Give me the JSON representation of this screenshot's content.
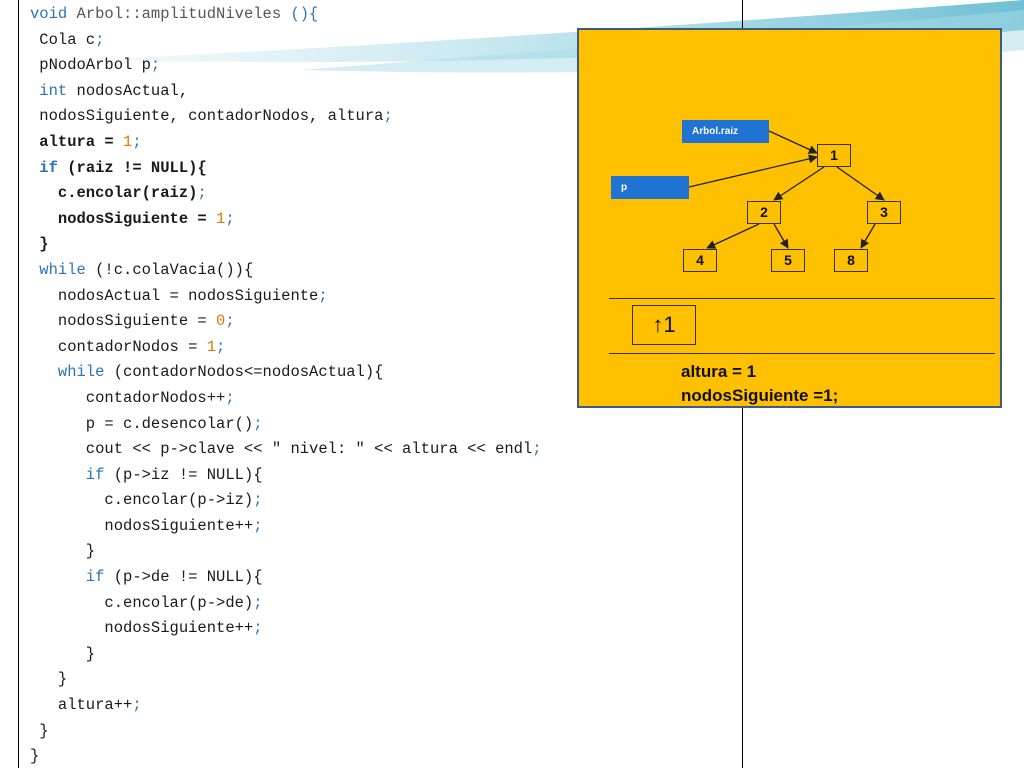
{
  "code": [
    [
      {
        "t": "void ",
        "c": "kw"
      },
      {
        "t": "Arbol::amplitudNiveles ",
        "c": "dim"
      },
      {
        "t": "(){",
        "c": "punc"
      }
    ],
    [
      {
        "t": " Cola c",
        "c": ""
      },
      {
        "t": ";",
        "c": "punc"
      }
    ],
    [
      {
        "t": " pNodoArbol p",
        "c": ""
      },
      {
        "t": ";",
        "c": "punc"
      }
    ],
    [
      {
        "t": " int ",
        "c": "kw"
      },
      {
        "t": "nodosActual,",
        "c": ""
      }
    ],
    [
      {
        "t": " nodosSiguiente, contadorNodos, altura",
        "c": ""
      },
      {
        "t": ";",
        "c": "punc"
      }
    ],
    [
      {
        "t": " altura = ",
        "c": "bold"
      },
      {
        "t": "1",
        "c": "num"
      },
      {
        "t": ";",
        "c": "punc"
      }
    ],
    [
      {
        "t": " if ",
        "c": "kw bold"
      },
      {
        "t": "(raiz != NULL){",
        "c": "bold"
      }
    ],
    [
      {
        "t": "   c.encolar(raiz)",
        "c": "bold"
      },
      {
        "t": ";",
        "c": "punc"
      }
    ],
    [
      {
        "t": "   nodosSiguiente = ",
        "c": "bold"
      },
      {
        "t": "1",
        "c": "num"
      },
      {
        "t": ";",
        "c": "punc"
      }
    ],
    [
      {
        "t": " }",
        "c": "bold"
      }
    ],
    [
      {
        "t": " while ",
        "c": "kw"
      },
      {
        "t": "(!c.colaVacia()){",
        "c": ""
      }
    ],
    [
      {
        "t": "   nodosActual = nodosSiguiente",
        "c": ""
      },
      {
        "t": ";",
        "c": "punc"
      }
    ],
    [
      {
        "t": "   nodosSiguiente = ",
        "c": ""
      },
      {
        "t": "0",
        "c": "num"
      },
      {
        "t": ";",
        "c": "punc"
      }
    ],
    [
      {
        "t": "   contadorNodos = ",
        "c": ""
      },
      {
        "t": "1",
        "c": "num"
      },
      {
        "t": ";",
        "c": "punc"
      }
    ],
    [
      {
        "t": "   while ",
        "c": "kw"
      },
      {
        "t": "(contadorNodos<=nodosActual){",
        "c": ""
      }
    ],
    [
      {
        "t": "      contadorNodos++",
        "c": ""
      },
      {
        "t": ";",
        "c": "punc"
      }
    ],
    [
      {
        "t": "      p = c.desencolar()",
        "c": ""
      },
      {
        "t": ";",
        "c": "punc"
      }
    ],
    [
      {
        "t": "      cout << p->clave << \" nivel: \" << altura << endl",
        "c": ""
      },
      {
        "t": ";",
        "c": "punc"
      }
    ],
    [
      {
        "t": "      if ",
        "c": "kw"
      },
      {
        "t": "(p->iz != NULL){",
        "c": ""
      }
    ],
    [
      {
        "t": "        c.encolar(p->iz)",
        "c": ""
      },
      {
        "t": ";",
        "c": "punc"
      }
    ],
    [
      {
        "t": "        nodosSiguiente++",
        "c": ""
      },
      {
        "t": ";",
        "c": "punc"
      }
    ],
    [
      {
        "t": "      }",
        "c": ""
      }
    ],
    [
      {
        "t": "      if ",
        "c": "kw"
      },
      {
        "t": "(p->de != NULL){",
        "c": ""
      }
    ],
    [
      {
        "t": "        c.encolar(p->de)",
        "c": ""
      },
      {
        "t": ";",
        "c": "punc"
      }
    ],
    [
      {
        "t": "        nodosSiguiente++",
        "c": ""
      },
      {
        "t": ";",
        "c": "punc"
      }
    ],
    [
      {
        "t": "      }",
        "c": ""
      }
    ],
    [
      {
        "t": "   }",
        "c": ""
      }
    ],
    [
      {
        "t": "   altura++",
        "c": ""
      },
      {
        "t": ";",
        "c": "punc"
      }
    ],
    [
      {
        "t": " }",
        "c": ""
      }
    ],
    [
      {
        "t": "}",
        "c": ""
      }
    ]
  ],
  "diagram": {
    "pointer_raiz": "Arbol.raiz",
    "pointer_p": "p",
    "nodes": {
      "n1": "1",
      "n2": "2",
      "n3": "3",
      "n4": "4",
      "n5": "5",
      "n8": "8"
    },
    "queue": [
      "↑1"
    ],
    "status_line1": "altura = 1",
    "status_line2": "nodosSiguiente =1;"
  },
  "colors": {
    "panel_bg": "#ffc000",
    "panel_border": "#3d5a80",
    "pointer_bg": "#1f73d2",
    "keyword": "#2e74b5",
    "number": "#e07b00"
  }
}
